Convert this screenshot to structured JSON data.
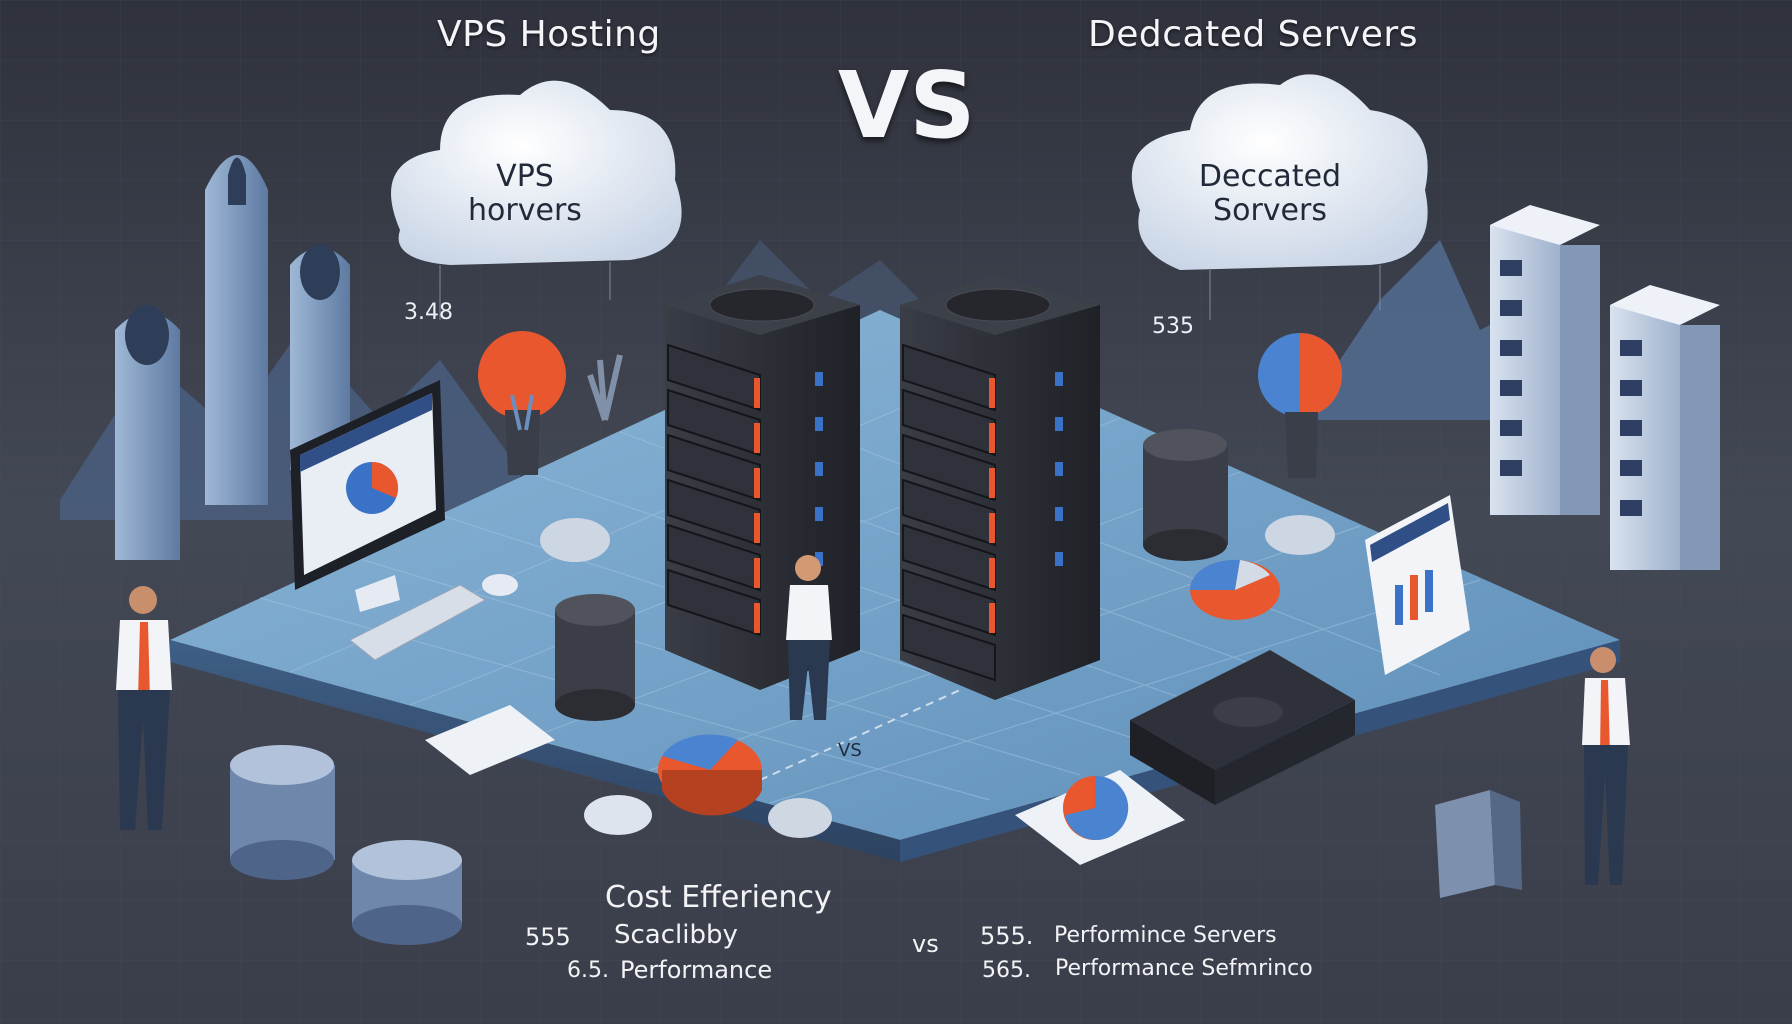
{
  "title_left": "VPS Hosting",
  "title_right": "Dedcated Servers",
  "vs_main": "VS",
  "cloud_left": [
    "VPS",
    "horvers"
  ],
  "cloud_right": [
    "Deccated",
    "Sorvers"
  ],
  "price_left": "3.48",
  "price_right": "535",
  "vs_floor": "VS",
  "bottom_left": {
    "line1": "Cost Efferiency",
    "line2_num": "555",
    "line2": "Scaclibby",
    "line3_num": "6.5.",
    "line3": "Performance"
  },
  "bottom_vs": "vs",
  "bottom_right": {
    "line1_num": "555.",
    "line1": "Performince Servers",
    "line2_num": "565.",
    "line2": "Performance Sefmrinco"
  },
  "colors": {
    "background": "#3a3f4c",
    "platform": "#6f9fc6",
    "server": "#2b2e36",
    "accent_orange": "#e8572e",
    "accent_blue": "#3a72c8"
  }
}
